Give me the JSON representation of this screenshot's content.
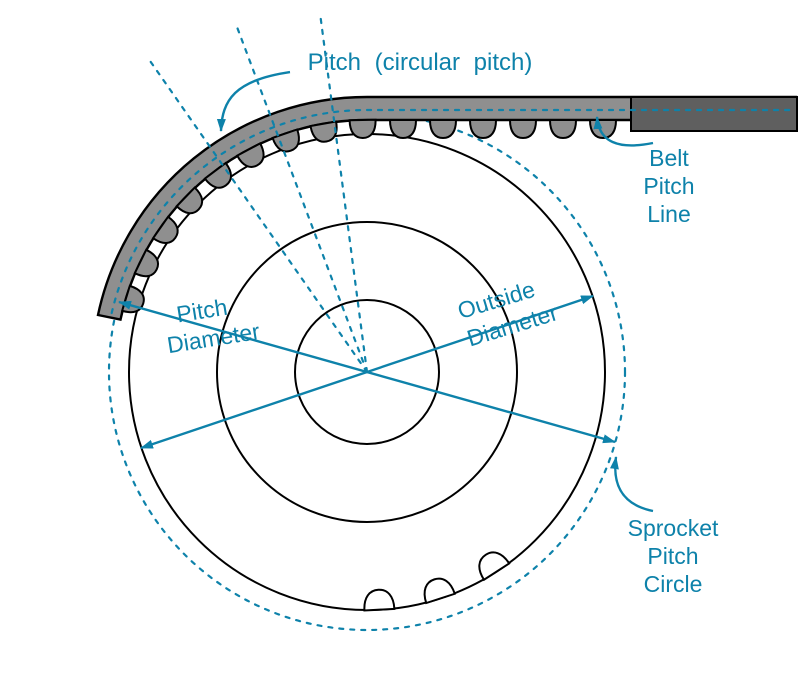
{
  "colors": {
    "accent": "#0e82aa",
    "belt_gray": "#8f8f8f",
    "belt_dark": "#5f5f5f",
    "outline": "#000000",
    "background": "#ffffff"
  },
  "labels": {
    "pitch": "Pitch (circular pitch)",
    "pitch_diameter": [
      "Pitch",
      "Diameter"
    ],
    "outside_diameter": [
      "Outside",
      "Diameter"
    ],
    "belt_pitch_line": [
      "Belt",
      "Pitch",
      "Line"
    ],
    "sprocket_pitch_circle": [
      "Sprocket",
      "Pitch",
      "Circle"
    ]
  }
}
